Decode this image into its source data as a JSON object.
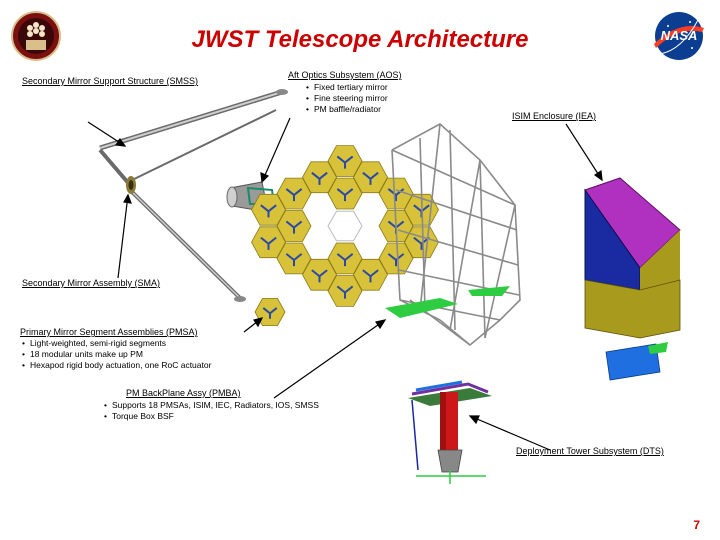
{
  "slide": {
    "title": "JWST Telescope Architecture",
    "page_number": "7"
  },
  "logos": {
    "left": "jwst-logo",
    "right": "nasa-logo",
    "right_text": "NASA"
  },
  "labels": {
    "smss": "Secondary Mirror Support Structure (SMSS)",
    "aos": {
      "title": "Aft Optics Subsystem (AOS)",
      "bullets": [
        "Fixed tertiary mirror",
        "Fine steering mirror",
        "PM baffle/radiator"
      ]
    },
    "iea": "ISIM Enclosure (IEA)",
    "sma": "Secondary Mirror Assembly (SMA)",
    "pmsa": {
      "title": "Primary Mirror Segment Assemblies (PMSA)",
      "bullets": [
        "Light-weighted, semi-rigid segments",
        "18 modular units make up PM",
        "Hexapod rigid body actuation, one RoC actuator"
      ]
    },
    "pmba": {
      "title": "PM BackPlane Assy (PMBA)",
      "bullets": [
        "Supports 18 PMSAs, ISIM, IEC, Radiators, IOS, SMSS",
        "Torque Box BSF"
      ]
    },
    "dts": "Deployment Tower Subsystem (DTS)"
  },
  "colors": {
    "title": "#cc0000",
    "mirror_segment": "#d8c23a",
    "iea_roof": "#b030c0",
    "iea_wall_blue": "#1a2aa0",
    "iea_wall_olive": "#a89a1c",
    "tower_red": "#cc1818",
    "radiator_green": "#2ecc40",
    "radiator_blue": "#1f6fe0"
  }
}
